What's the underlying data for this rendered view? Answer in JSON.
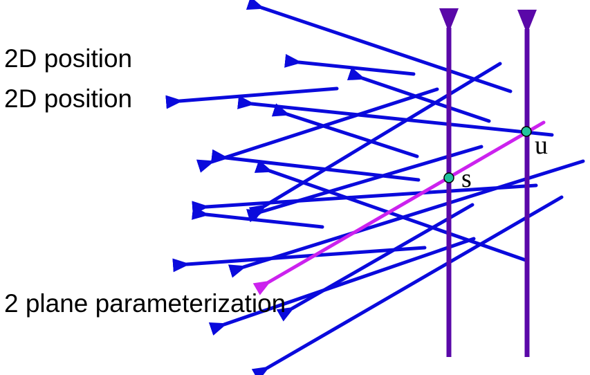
{
  "labels": {
    "position_1": "2D position",
    "position_2": "2D position",
    "parameterization": "2 plane parameterization"
  },
  "planes": {
    "s_label": "s",
    "u_label": "u"
  },
  "colors": {
    "ray": "#0a0adc",
    "plane": "#5a08a8",
    "highlight_ray": "#cc22ee",
    "intersection_point": "#22c39c",
    "text": "#000000"
  }
}
